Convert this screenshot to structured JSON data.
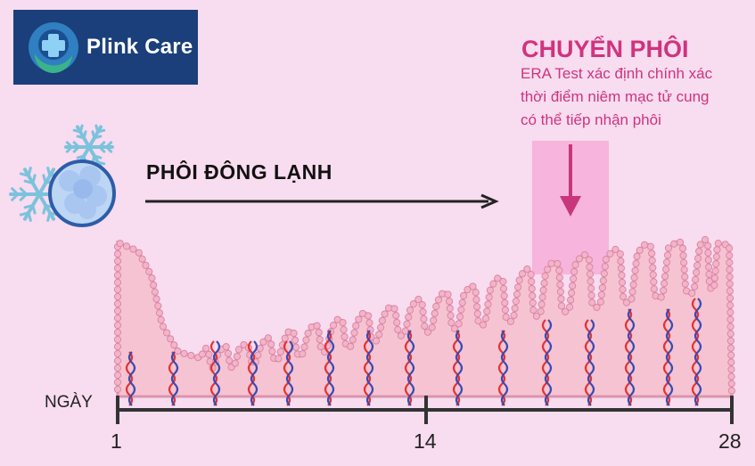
{
  "brand": {
    "name": "Plink Care",
    "bg_color": "#1a3f7a"
  },
  "transfer": {
    "title": "CHUYỂN PHÔI",
    "lines": [
      "ERA Test xác định chính xác",
      "thời điểm niêm mạc tử cung",
      "có thể tiếp nhận phôi"
    ],
    "color": "#d0337e"
  },
  "frozen_embryo": {
    "label": "PHÔI ĐÔNG LẠNH",
    "icons": [
      "snowflake-icon",
      "embryo-icon"
    ]
  },
  "timeline": {
    "axis_label": "NGÀY",
    "ticks": [
      "1",
      "14",
      "28"
    ]
  },
  "colors": {
    "background": "#f8dcef",
    "tissue_fill": "#f6c3d2",
    "tissue_edge": "#dc93ad",
    "highlight": "#f7a7d6",
    "vessel_red": "#e23434",
    "vessel_blue": "#3b4bb0"
  }
}
